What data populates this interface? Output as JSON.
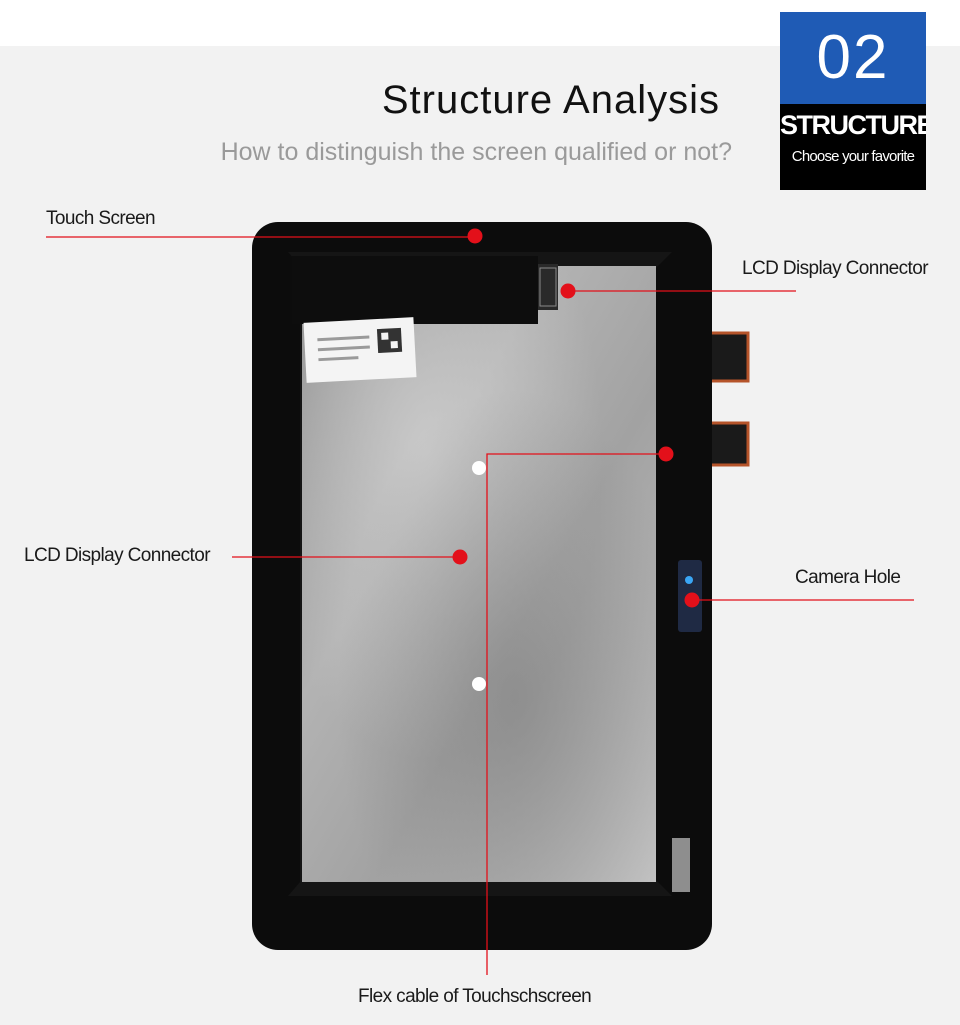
{
  "header": {
    "title": "Structure Analysis",
    "subtitle": "How to distinguish the screen qualified or not?"
  },
  "badge": {
    "number": "02",
    "word": "STRUCTURE",
    "tagline": "Choose your favorite"
  },
  "callouts": {
    "touch_screen": "Touch Screen",
    "lcd_connector_top": "LCD Display Connector",
    "lcd_connector_left": "LCD Display Connector",
    "camera_hole": "Camera Hole",
    "flex_cable": "Flex cable of Touchschscreen"
  },
  "colors": {
    "accent_red": "#e3101a",
    "badge_blue": "#1f5bb5",
    "bezel": "#0c0c0c",
    "panel": "#9c9c9c"
  }
}
